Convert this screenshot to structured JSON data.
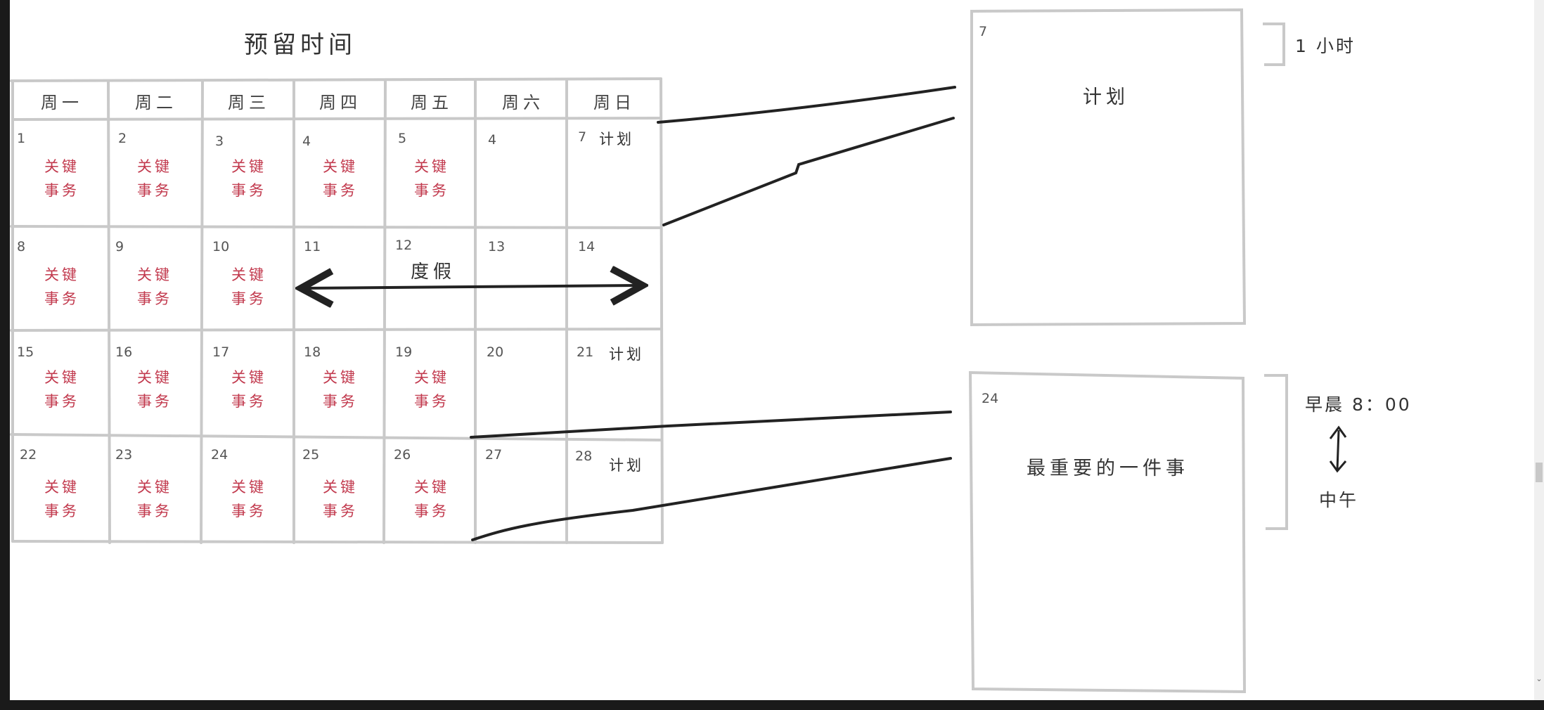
{
  "title": "预留时间",
  "weekdays": [
    "周一",
    "周二",
    "周三",
    "周四",
    "周五",
    "周六",
    "周日"
  ],
  "key_task_line1": "关键",
  "key_task_line2": "事务",
  "plan_label": "计划",
  "vacation_label": "度假",
  "calendar_rows": [
    [
      "1",
      "2",
      "3",
      "4",
      "5",
      "4",
      "7"
    ],
    [
      "8",
      "9",
      "10",
      "11",
      "12",
      "13",
      "14"
    ],
    [
      "15",
      "16",
      "17",
      "18",
      "19",
      "20",
      "21"
    ],
    [
      "22",
      "23",
      "24",
      "25",
      "26",
      "27",
      "28"
    ]
  ],
  "detail_top": {
    "day": "7",
    "label": "计划",
    "duration": "1 小时"
  },
  "detail_bottom": {
    "day": "24",
    "label": "最重要的一件事",
    "start": "早晨 8：00",
    "end": "中午"
  },
  "colors": {
    "key_task": "#c23a4e",
    "ink": "#333333",
    "grid": "#c9c9c9"
  }
}
